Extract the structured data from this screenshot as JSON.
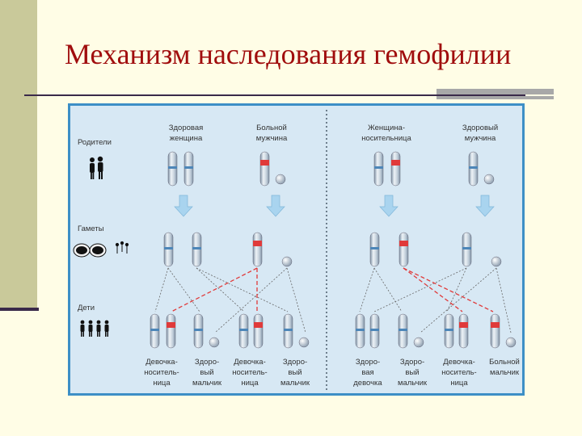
{
  "slide": {
    "title": "Механизм наследования гемофилии"
  },
  "diagram": {
    "row_labels": [
      "Родители",
      "Гаметы",
      "Дети"
    ],
    "left": {
      "parent_female": [
        "Здоровая",
        "женщина"
      ],
      "parent_male": [
        "Больной",
        "мужчина"
      ],
      "children": [
        [
          "Девочка-",
          "носитель-",
          "ница"
        ],
        [
          "Здоро-",
          "вый",
          "мальчик"
        ],
        [
          "Девочка-",
          "носитель-",
          "ница"
        ],
        [
          "Здоро-",
          "вый",
          "мальчик"
        ]
      ]
    },
    "right": {
      "parent_female": [
        "Женщина-",
        "носительница"
      ],
      "parent_male": [
        "Здоровый",
        "мужчина"
      ],
      "children": [
        [
          "Здоро-",
          "вая",
          "девочка"
        ],
        [
          "Здоро-",
          "вый",
          "мальчик"
        ],
        [
          "Девочка-",
          "носитель-",
          "ница"
        ],
        [
          "Больной",
          "мальчик"
        ]
      ]
    },
    "colors": {
      "defect_marker": "#e03a3a",
      "chromosome": "#9fb2c4",
      "arrow": "#a9d4ef",
      "panel_bg": "#d7e8f4",
      "panel_border": "#3d8fc6",
      "title": "#a00d0d"
    }
  }
}
